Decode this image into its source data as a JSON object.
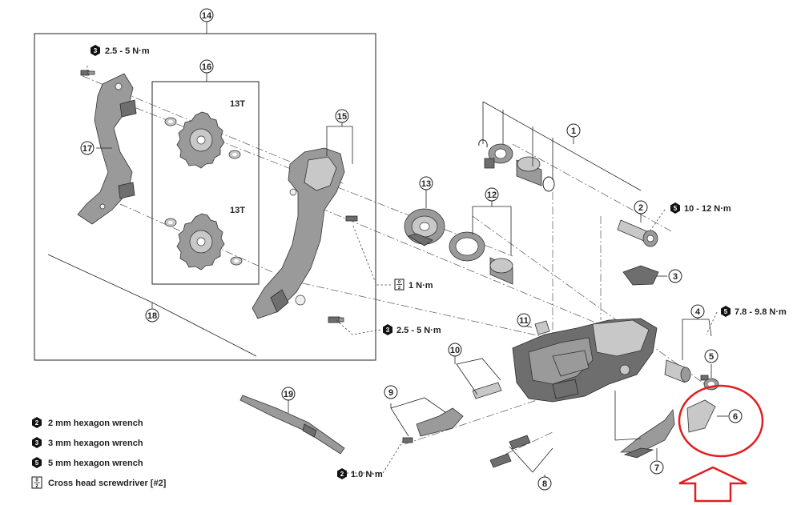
{
  "callouts": {
    "c1": "1",
    "c2": "2",
    "c3": "3",
    "c4": "4",
    "c5": "5",
    "c6": "6",
    "c7": "7",
    "c8": "8",
    "c9": "9",
    "c10": "10",
    "c11": "11",
    "c12": "12",
    "c13": "13",
    "c14": "14",
    "c15": "15",
    "c16": "16",
    "c17": "17",
    "c18": "18",
    "c19": "19"
  },
  "pulley_labels": {
    "upper": "13T",
    "lower": "13T"
  },
  "torques": {
    "t_top_left": {
      "tool": "3",
      "value": "2.5 - 5 N·m"
    },
    "t_part2": {
      "tool": "5",
      "value": "10 - 12 N·m"
    },
    "t_part5": {
      "tool": "5",
      "value": "7.8 - 9.8 N·m"
    },
    "t_screw": {
      "tool": "screwdriver",
      "value": "1 N·m"
    },
    "t_cage_bolt": {
      "tool": "3",
      "value": "2.5 - 5 N·m"
    },
    "t_bottom": {
      "tool": "2",
      "value": "1.0 N·m"
    }
  },
  "legend": [
    {
      "key": "2",
      "kind": "hex",
      "text": "2 mm hexagon wrench"
    },
    {
      "key": "3",
      "kind": "hex",
      "text": "3 mm hexagon wrench"
    },
    {
      "key": "5",
      "kind": "hex",
      "text": "5 mm hexagon wrench"
    },
    {
      "key": "screwdriver",
      "kind": "box",
      "text": "Cross head screwdriver [#2]"
    }
  ],
  "highlight_color": "#e02020"
}
